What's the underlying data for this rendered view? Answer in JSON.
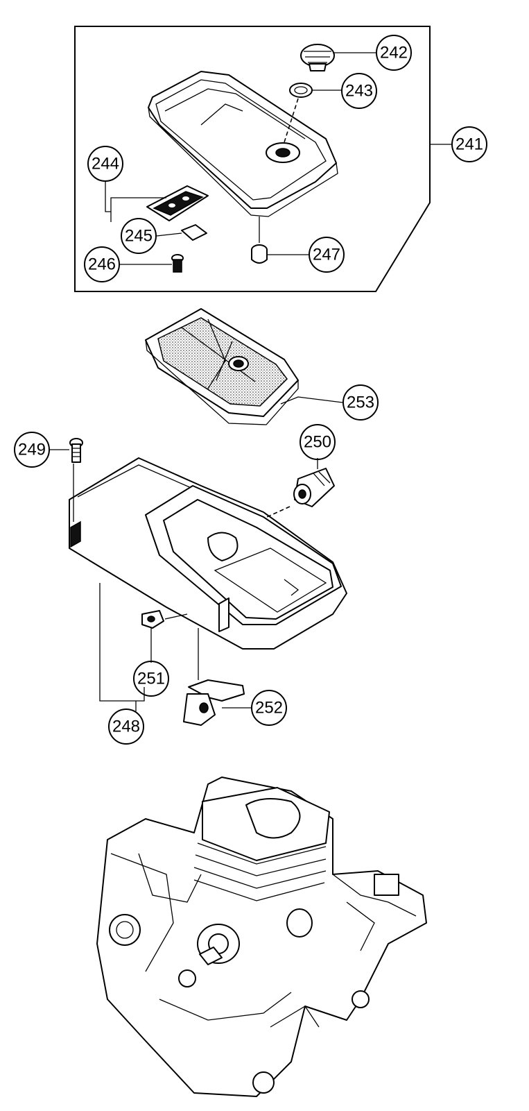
{
  "callouts": [
    {
      "id": "241",
      "label": "241"
    },
    {
      "id": "242",
      "label": "242"
    },
    {
      "id": "243",
      "label": "243"
    },
    {
      "id": "244",
      "label": "244"
    },
    {
      "id": "245",
      "label": "245"
    },
    {
      "id": "246",
      "label": "246"
    },
    {
      "id": "247",
      "label": "247"
    },
    {
      "id": "248",
      "label": "248"
    },
    {
      "id": "249",
      "label": "249"
    },
    {
      "id": "250",
      "label": "250"
    },
    {
      "id": "251",
      "label": "251"
    },
    {
      "id": "252",
      "label": "252"
    },
    {
      "id": "253",
      "label": "253"
    }
  ]
}
